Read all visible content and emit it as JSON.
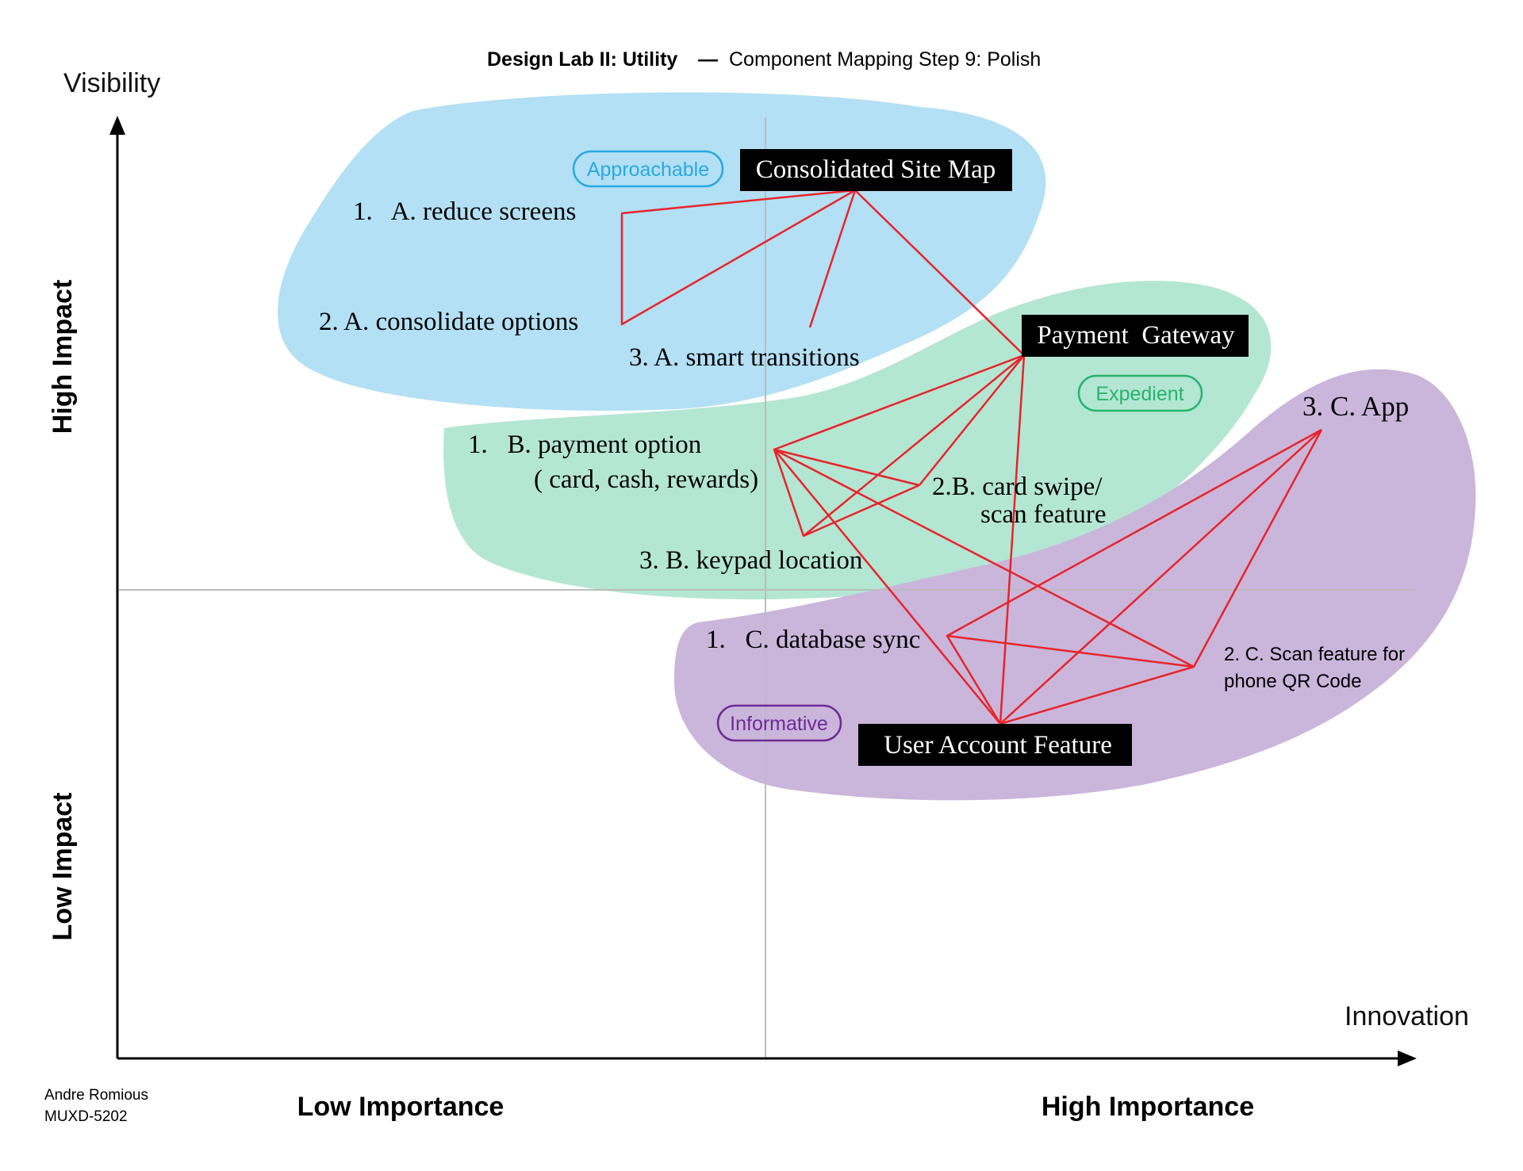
{
  "header": {
    "course": "Design Lab II: Utility",
    "dash": "—",
    "subtitle": "Component Mapping Step 9: Polish"
  },
  "axes": {
    "y_title": "Visibility",
    "x_title": "Innovation",
    "y_high": "High Impact",
    "y_low": "Low Impact",
    "x_low": "Low Importance",
    "x_high": "High Importance"
  },
  "author": {
    "name": "Andre Romious",
    "course_code": "MUXD-5202"
  },
  "groups": {
    "approachable": {
      "tag": "Approachable",
      "color": "#b3e0f4",
      "tag_color": "#29a9df",
      "title": "Consolidated Site Map",
      "items": [
        "1.   A. reduce screens",
        "2. A. consolidate options",
        "3. A. smart transitions"
      ]
    },
    "expedient": {
      "tag": "Expedient",
      "color": "#b4e6d4",
      "tag_color": "#28b46e",
      "title": "Payment  Gateway",
      "items": [
        "1.   B. payment option",
        "( card, cash, rewards)",
        "2.B. card swipe/",
        "scan feature",
        "3. B. keypad location"
      ]
    },
    "informative": {
      "tag": "Informative",
      "color": "#cab6db",
      "tag_color": "#6e2a96",
      "title": "User Account Feature",
      "items": [
        "1.   C. database sync",
        "2. C. Scan feature for",
        "phone QR Code",
        "3. C. App"
      ]
    }
  },
  "link_color": "#e8242a"
}
